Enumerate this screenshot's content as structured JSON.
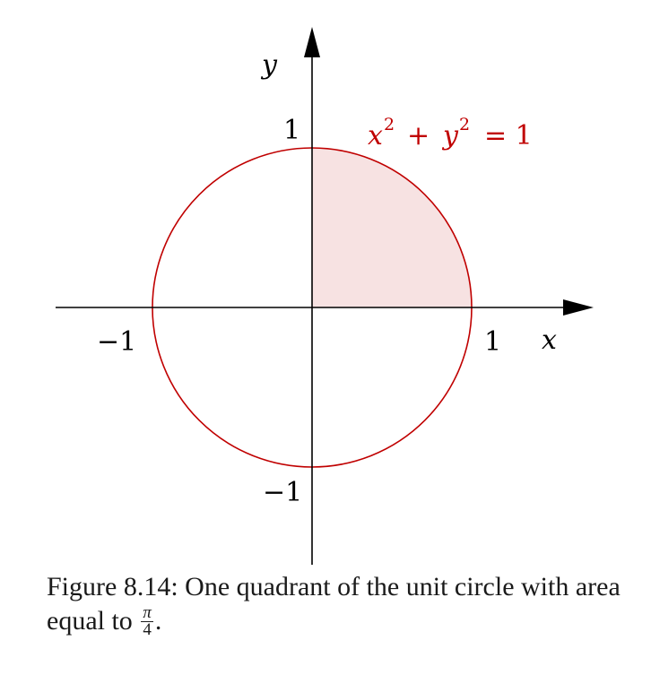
{
  "diagram": {
    "axis_x_label": "x",
    "axis_y_label": "y",
    "tick_x_pos": "1",
    "tick_x_neg": "−1",
    "tick_y_pos": "1",
    "tick_y_neg": "−1",
    "curve_label": {
      "x": "x",
      "exp1": "2",
      "plus": "+",
      "y": "y",
      "exp2": "2",
      "eq": "= 1"
    },
    "colors": {
      "curve": "#c00000",
      "shading": "#f7e2e2",
      "axes": "#000000"
    }
  },
  "caption": {
    "text": "Figure 8.14: One quadrant of the unit circle with area equal to",
    "frac_num": "π",
    "frac_den": "4",
    "end": "."
  }
}
